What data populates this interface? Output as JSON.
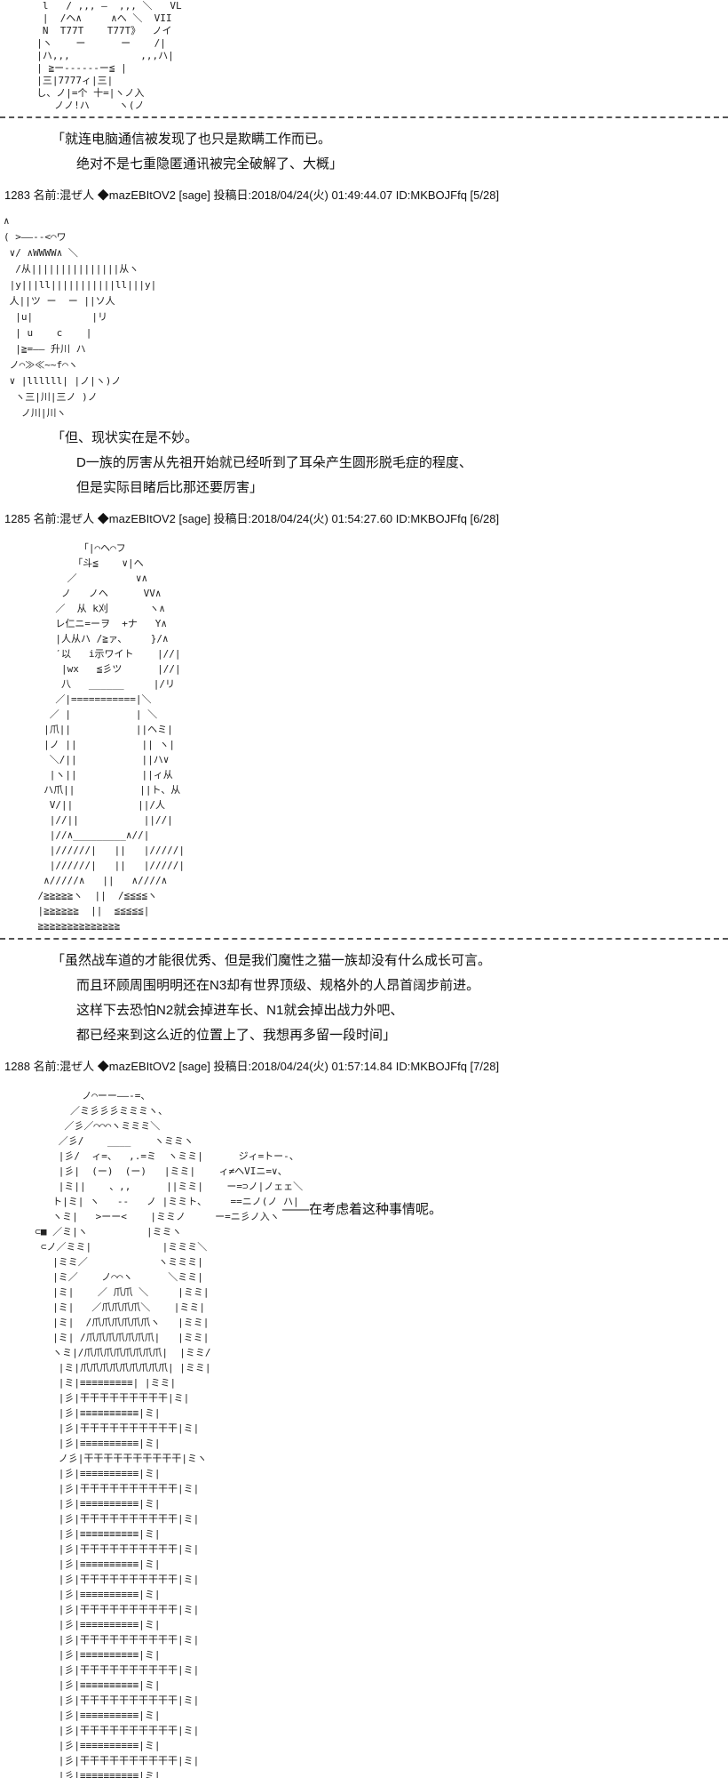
{
  "page": {
    "background": "#ffffff",
    "text_color": "#111111",
    "kind": "2ch-style AA thread compilation page"
  },
  "posts": [
    {
      "number": "1283",
      "header": "1283 名前:混ぜ人 ◆mazEBItOV2 [sage] 投稿日:2018/04/24(火) 01:49:44.07 ID:MKBOJFfq [5/28]",
      "dialogue": [
        "「就连电脑通信被发现了也只是欺瞒工作而已。",
        "绝对不是七重隐匿通讯被完全破解了、大概」"
      ]
    },
    {
      "number": "1285",
      "header": "1285 名前:混ぜ人 ◆mazEBItOV2 [sage] 投稿日:2018/04/24(火) 01:54:27.60 ID:MKBOJFfq [6/28]",
      "dialogue": [
        "「但、现状实在是不妙。",
        "D一族的厉害从先祖开始就已经听到了耳朵产生圆形脱毛症的程度、",
        "但是实际目睹后比那还要厉害」"
      ]
    },
    {
      "number": "1288",
      "header": "1288 名前:混ぜ人 ◆mazEBItOV2 [sage] 投稿日:2018/04/24(火) 01:57:14.84 ID:MKBOJFfq [7/28]",
      "dialogue": [
        "「虽然战车道的才能很优秀、但是我们魔性之猫一族却没有什么成长可言。",
        "而且环顾周围明明还在N3却有世界顶级、规格外的人昂首阔步前进。",
        "这样下去恐怕N2就会掉进车长、N1就会掉出战力外吧、",
        "都已经来到这么近的位置上了、我想再多留一段时间」"
      ]
    }
  ],
  "side_note": "——在考虑着这种事情呢。",
  "aa_blocks": {
    "block1": "   l   / ,,, ―  ,,, ＼   VL\n   |  /ヘ∧     ∧ヘ ＼  VII\n   N  T77T    T77T》  ノイ\n  |ヽ    ー      ー    /|\n  |ハ,,,            ,,,ハ|\n  | ≧ー------ー≦ |\n  |三|7777ィ|三|\n  し、ノ|=个 十=|ヽノ入\n     ノノ!ハ     ヽ(ノ",
    "block2": "∧\n( >――--<⌒ワ\n ∨/ ∧WWWW∧ ＼\n  /从|||||||||||||||从ヽ\n |y|||ll|||||||||||ll|||y|\n 人||ツ ー  ー ||ソ人\n  |u|          |リ\n  | u    c    |\n  |≧=―― 升川 ハ\n ノ⌒≫≪~~f⌒ヽ\n ∨ |llllll| |ノ|ヽ)ノ\n  ヽ三|川|三ノ )ノ\n   ノ川|川ヽ",
    "block3": "           「|⌒ヘ⌒フ\n          「斗≦    ∨|ヘ\n         ／          ∨∧\n        ノ   ノヘ      VV∧\n       ／  从 k刈       ヽ∧\n       レ仁ニ=ーヲ  +ナ   Y∧\n       |人从ハ /≧ァ、    }/∧\n       ′以   i示ワイト    |//|\n        |wx   ≦彡ツ      |//|\n        八   ______     |/リ\n       ／|===========|＼\n      ／ |           | ＼\n     |爪||           ||ヘミ|\n     |ノ ||           || ヽ|\n      ＼/||           ||ハ∨\n      |ヽ||           ||ィ从\n     ハ爪||           ||ト、从\n      V/||           ||/人\n      |//||           ||//|\n      |//∧_________∧//|\n      |//////|   ||   |/////|\n      |//////|   ||   |/////|\n     ∧/////∧   ||   ∧////∧\n    /≧≧≧≧≧ヽ  ||  /≦≦≦≦ヽ\n    |≧≧≧≧≧≧  ||  ≦≦≦≦≦|\n    ≧≧≧≧≧≧≧≧≧≧≧≧≧≧",
    "block4": "          ノ⌒ーー――-=、\n        ／ミ彡彡彡ミミミヽ、\n       ／彡／⌒⌒⌒ヽミミミ＼\n      ／彡/    ____    ヽミミヽ\n      |彡/  ィ=、  ,.=ミ  ヽミミ|      ジィ=トー-、\n      |彡|  (ー)  (ー)   |ミミ|    ィ≠ヘVIニ=∨、\n      |ミ||    、,,      ||ミミ|    ー=⊃ノ|ノェェ＼\n     ト|ミ| ヽ   ‐‐   ノ |ミミト、    ==ニノ(ノ ハ|\n     ヽミ|   >ーー<    |ミミノ     ー=ニ彡ノ入ヽ\n  ⊂■ ／ミ|ヽ          |ミミヽ\n   ⊂ノ／ミミ|            |ミミミ＼\n     |ミミ／            ヽミミミ|\n     |ミ／    ノ⌒⌒ヽ      ＼ミミ|\n     |ミ|    ／ 爪爪 ＼     |ミミ|\n     |ミ|   ／爪爪爪爪＼    |ミミ|\n     |ミ|  /爪爪爪爪爪爪ヽ   |ミミ|\n     |ミ| /爪爪爪爪爪爪爪|   |ミミ|\n     ヽミ|/爪爪爪爪爪爪爪爪|  |ミミ/\n      |ミ|爪爪爪爪爪爪爪爪爪| |ミミ|\n      |ミ|≡≡≡≡≡≡≡≡≡| |ミミ|\n      |彡|干干干干干干干干干|ミ|\n      |彡|≡≡≡≡≡≡≡≡≡≡|ミ|\n      |彡|干干干干干干干干干干|ミ|\n      |彡|≡≡≡≡≡≡≡≡≡≡|ミ|\n      ノ彡|干干干干干干干干干干|ミヽ\n      |彡|≡≡≡≡≡≡≡≡≡≡|ミ|\n      |彡|干干干干干干干干干干|ミ|\n      |彡|≡≡≡≡≡≡≡≡≡≡|ミ|\n      |彡|干干干干干干干干干干|ミ|\n      |彡|≡≡≡≡≡≡≡≡≡≡|ミ|\n      |彡|干干干干干干干干干干|ミ|\n      |彡|≡≡≡≡≡≡≡≡≡≡|ミ|\n      |彡|干干干干干干干干干干|ミ|\n      |彡|≡≡≡≡≡≡≡≡≡≡|ミ|\n      |彡|干干干干干干干干干干|ミ|\n      |彡|≡≡≡≡≡≡≡≡≡≡|ミ|\n      |彡|干干干干干干干干干干|ミ|\n      |彡|≡≡≡≡≡≡≡≡≡≡|ミ|\n      |彡|干干干干干干干干干干|ミ|\n      |彡|≡≡≡≡≡≡≡≡≡≡|ミ|\n      |彡|干干干干干干干干干干|ミ|\n      |彡|≡≡≡≡≡≡≡≡≡≡|ミ|\n      |彡|干干干干干干干干干干|ミ|\n      |彡|≡≡≡≡≡≡≡≡≡≡|ミ|\n      |彡|干干干干干干干干干干|ミ|\n      |彡|≡≡≡≡≡≡≡≡≡≡|ミ|"
  }
}
